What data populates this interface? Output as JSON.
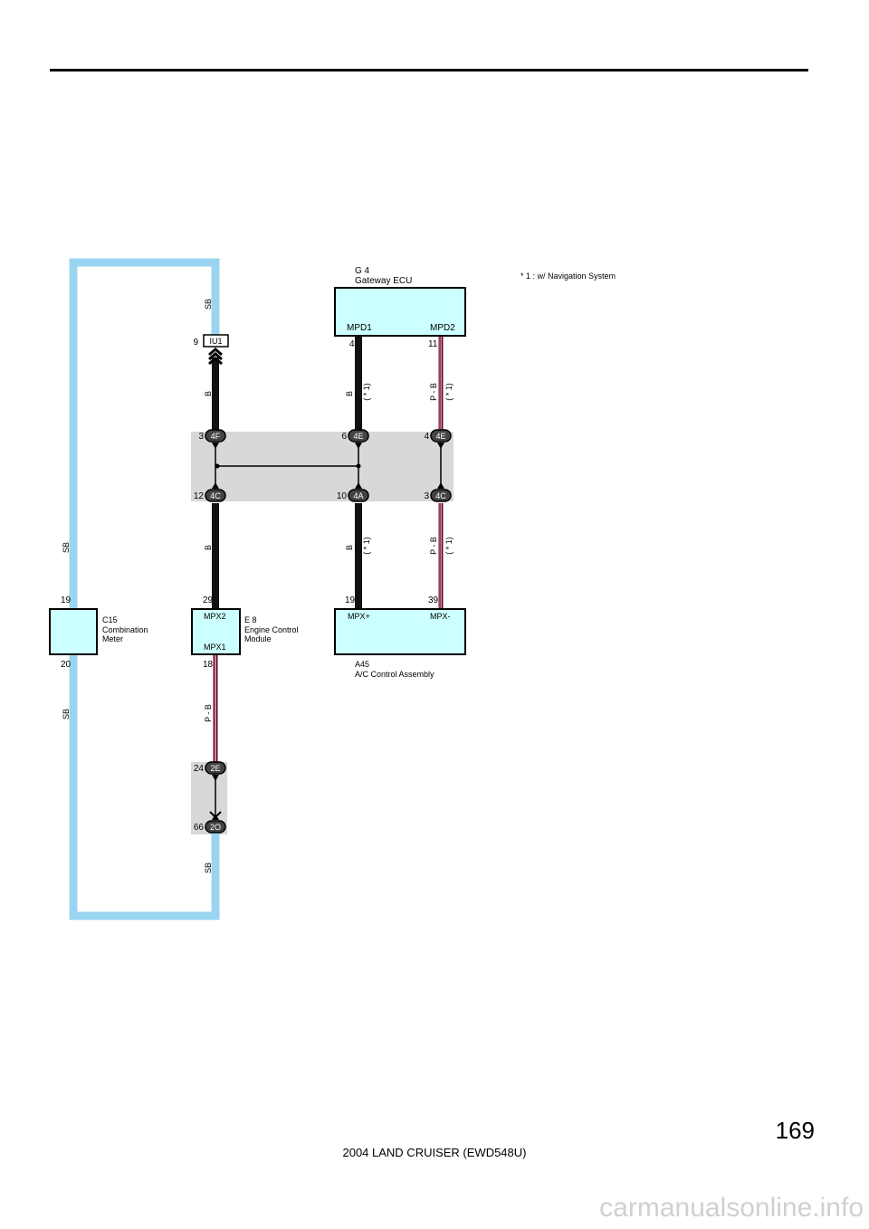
{
  "page": {
    "page_number": "169",
    "footer": "2004 LAND CRUISER (EWD548U)",
    "watermark": "carmanualsonline.info",
    "note": "* 1 : w/ Navigation System"
  },
  "colors": {
    "sb_wire": "#99d4f0",
    "black_wire": "#111111",
    "pink_wire": "#e07aa0",
    "component_fill": "#ccffff",
    "junction_fill": "#d8d8d8"
  },
  "components": {
    "gateway": {
      "code": "G 4",
      "name": "Gateway ECU",
      "pin_left": "MPD1",
      "pin_right": "MPD2",
      "num_left": "4",
      "num_right": "11"
    },
    "combination_meter": {
      "code": "C15",
      "name1": "Combination",
      "name2": "Meter",
      "num_top": "19",
      "num_bottom": "20"
    },
    "engine_ecu": {
      "code": "E 8",
      "name1": "Engine Control",
      "name2": "Module",
      "pin_top": "MPX2",
      "pin_bottom": "MPX1",
      "num_top": "29",
      "num_bottom": "18"
    },
    "ac_control": {
      "code": "A45",
      "name": "A/C Control Assembly",
      "pin_left": "MPX+",
      "pin_right": "MPX-",
      "num_left": "19",
      "num_right": "39"
    }
  },
  "connectors": {
    "iu1": {
      "label": "IU1",
      "pin": "9"
    },
    "c4f": {
      "label": "4F",
      "pin": "3"
    },
    "c4e_mid": {
      "label": "4E",
      "pin": "6"
    },
    "c4e_right": {
      "label": "4E",
      "pin": "4"
    },
    "c4c_left": {
      "label": "4C",
      "pin": "12"
    },
    "c4a": {
      "label": "4A",
      "pin": "10"
    },
    "c4c_right": {
      "label": "4C",
      "pin": "3"
    },
    "c2e": {
      "label": "2E",
      "pin": "24"
    },
    "c2o": {
      "label": "2O",
      "pin": "66"
    }
  },
  "wire_labels": {
    "sb": "SB",
    "b": "B",
    "pb": "P - B",
    "star1": "( * 1)"
  }
}
